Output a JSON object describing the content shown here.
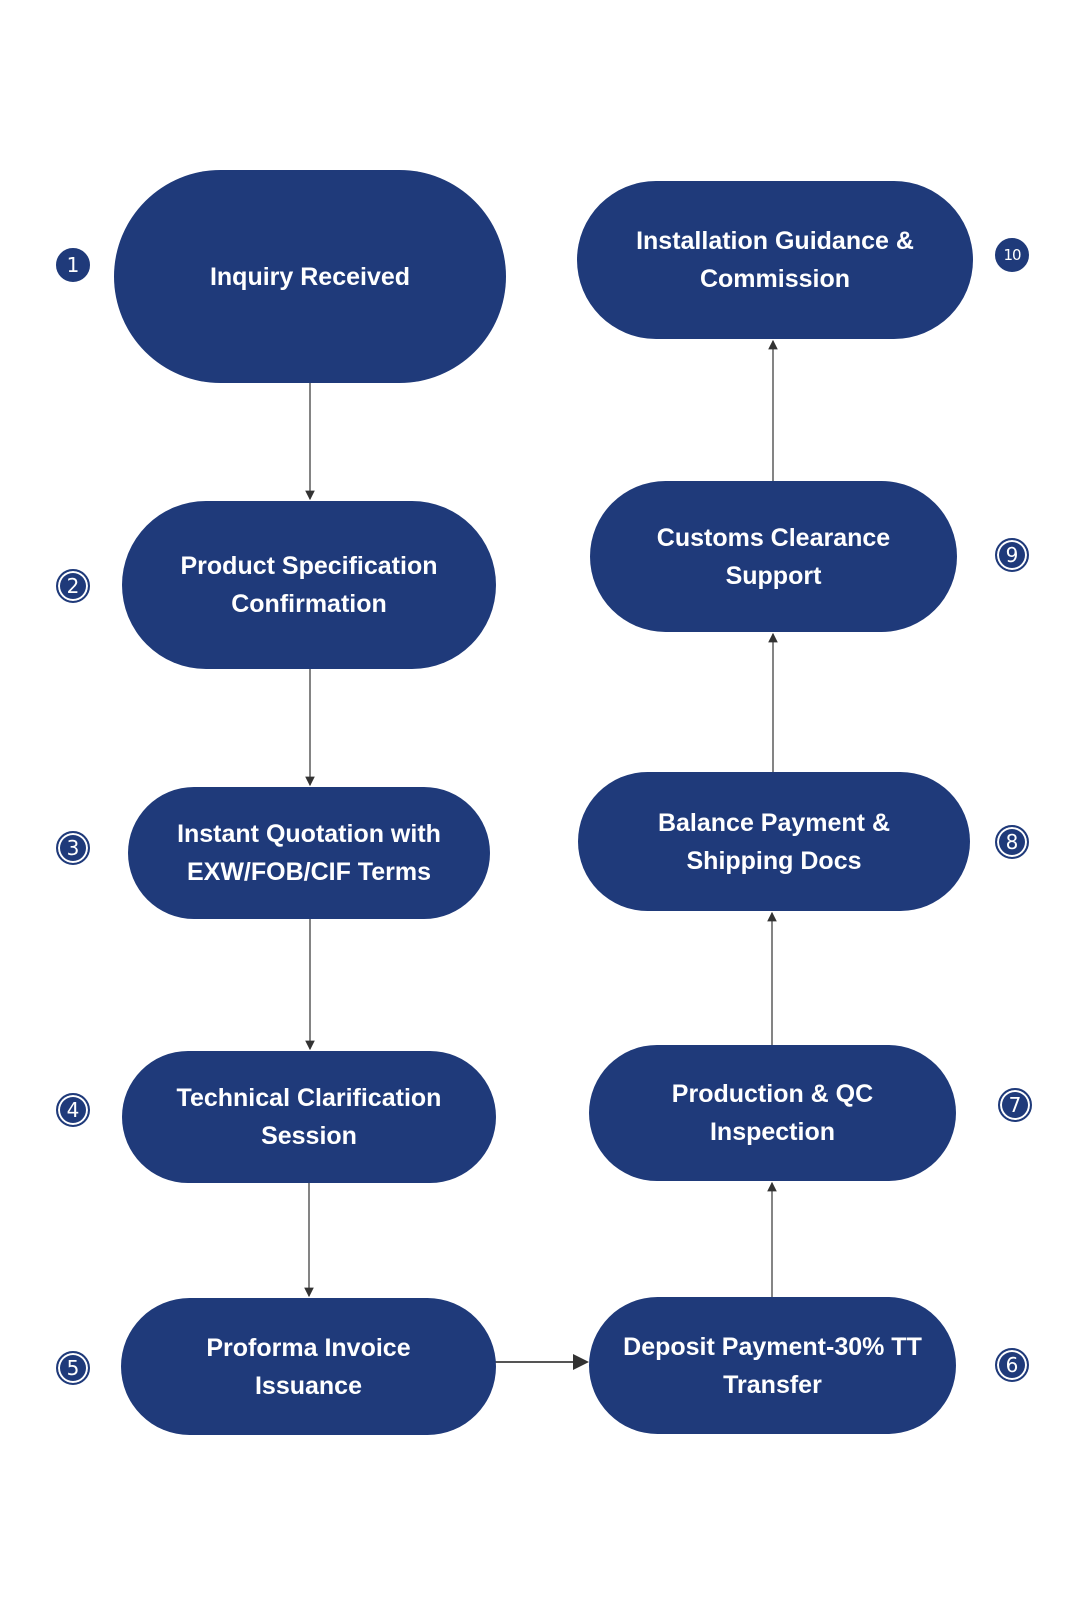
{
  "steps": [
    {
      "number": "1",
      "label": "Inquiry Received"
    },
    {
      "number": "2",
      "label": "Product Specification Confirmation"
    },
    {
      "number": "3",
      "label": "Instant Quotation with EXW/FOB/CIF Terms"
    },
    {
      "number": "4",
      "label": "Technical Clarification Session"
    },
    {
      "number": "5",
      "label": "Proforma Invoice Issuance"
    },
    {
      "number": "6",
      "label": "Deposit Payment-30% TT Transfer"
    },
    {
      "number": "7",
      "label": "Production & QC Inspection"
    },
    {
      "number": "8",
      "label": "Balance Payment & Shipping Docs"
    },
    {
      "number": "9",
      "label": "Customs Clearance Support"
    },
    {
      "number": "10",
      "label": "Installation Guidance & Commission"
    }
  ],
  "colors": {
    "node_fill": "#1f3a7a",
    "node_text": "#ffffff",
    "connector": "#333333",
    "background": "#ffffff"
  }
}
